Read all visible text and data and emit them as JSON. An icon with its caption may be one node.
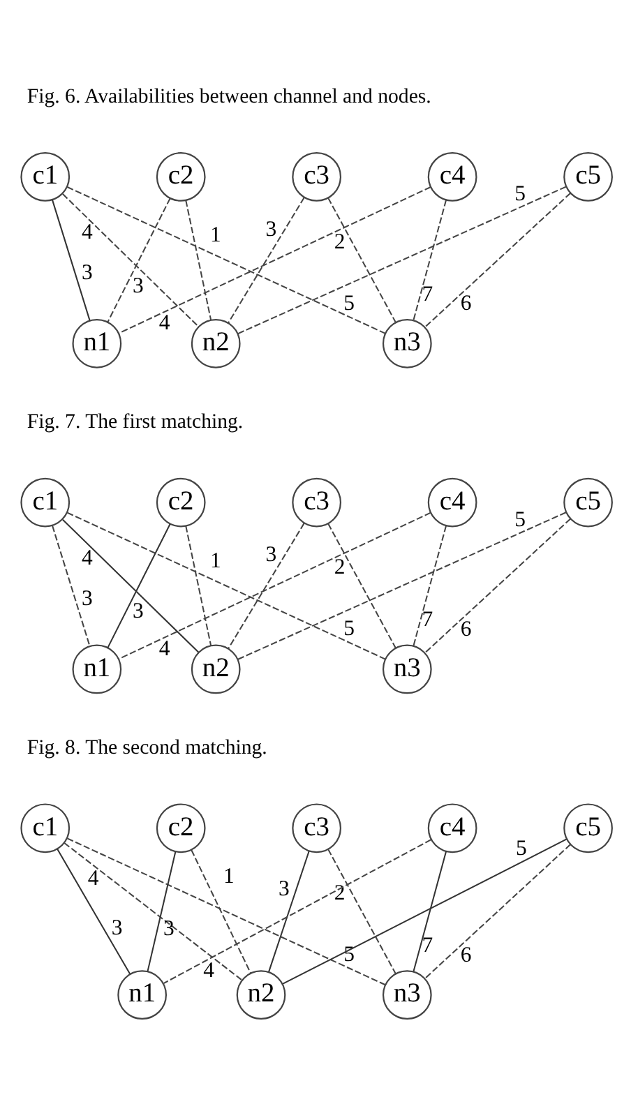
{
  "diagram": {
    "nodes": [
      {
        "text": [
          "c1"
        ]
      },
      {
        "text": [
          "c2"
        ]
      },
      {
        "text": [
          "c3"
        ]
      },
      {
        "text": [
          "c4"
        ]
      },
      {
        "text": [
          "c5"
        ]
      },
      {
        "text": [
          "n1"
        ]
      },
      {
        "text": [
          "n2"
        ]
      },
      {
        "text": [
          "n3"
        ]
      },
      {
        "text": [
          "c1"
        ]
      },
      {
        "text": [
          "c2"
        ]
      },
      {
        "text": [
          "c3"
        ]
      },
      {
        "text": [
          "c4"
        ]
      },
      {
        "text": [
          "c5"
        ]
      },
      {
        "text": [
          "n1"
        ]
      },
      {
        "text": [
          "n2"
        ]
      },
      {
        "text": [
          "n3"
        ]
      },
      {
        "text": [
          "c1"
        ]
      },
      {
        "text": [
          "c2"
        ]
      },
      {
        "text": [
          "c3"
        ]
      },
      {
        "text": [
          "c4"
        ]
      },
      {
        "text": [
          "c5"
        ]
      },
      {
        "text": [
          "n1"
        ]
      },
      {
        "text": [
          "n2"
        ]
      },
      {
        "text": [
          "n3"
        ]
      }
    ],
    "edges": [
      {
        "from": 0,
        "to": 5,
        "arrow": "none",
        "label": "3"
      },
      {
        "from": 0,
        "to": 6,
        "arrow": "none",
        "label": "4",
        "style": "dashed"
      },
      {
        "from": 0,
        "to": 7,
        "arrow": "none",
        "label": "5",
        "style": "dashed"
      },
      {
        "from": 1,
        "to": 5,
        "arrow": "none",
        "label": "3",
        "style": "dashed"
      },
      {
        "from": 1,
        "to": 6,
        "arrow": "none",
        "label": "1",
        "style": "dashed"
      },
      {
        "from": 2,
        "to": 6,
        "arrow": "none",
        "label": "3",
        "style": "dashed"
      },
      {
        "from": 2,
        "to": 7,
        "arrow": "none",
        "label": "2",
        "style": "dashed"
      },
      {
        "from": 3,
        "to": 5,
        "arrow": "none",
        "label": "4",
        "style": "dashed"
      },
      {
        "from": 3,
        "to": 7,
        "arrow": "none",
        "label": "7",
        "style": "dashed"
      },
      {
        "from": 4,
        "to": 6,
        "arrow": "none",
        "label": "5",
        "style": "dashed"
      },
      {
        "from": 4,
        "to": 7,
        "arrow": "none",
        "label": "6",
        "style": "dashed"
      },
      {
        "from": 8,
        "to": 13,
        "arrow": "none",
        "label": "3",
        "style": "dashed"
      },
      {
        "from": 8,
        "to": 14,
        "arrow": "none",
        "label": "4"
      },
      {
        "from": 8,
        "to": 15,
        "arrow": "none",
        "label": "5",
        "style": "dashed"
      },
      {
        "from": 9,
        "to": 13,
        "arrow": "none",
        "label": "3"
      },
      {
        "from": 9,
        "to": 14,
        "arrow": "none",
        "label": "1",
        "style": "dashed"
      },
      {
        "from": 10,
        "to": 14,
        "arrow": "none",
        "label": "3",
        "style": "dashed"
      },
      {
        "from": 10,
        "to": 15,
        "arrow": "none",
        "label": "2",
        "style": "dashed"
      },
      {
        "from": 11,
        "to": 13,
        "arrow": "none",
        "label": "4",
        "style": "dashed"
      },
      {
        "from": 11,
        "to": 15,
        "arrow": "none",
        "label": "7",
        "style": "dashed"
      },
      {
        "from": 12,
        "to": 14,
        "arrow": "none",
        "label": "5",
        "style": "dashed"
      },
      {
        "from": 12,
        "to": 15,
        "arrow": "none",
        "label": "6",
        "style": "dashed"
      },
      {
        "from": 16,
        "to": 21,
        "arrow": "none",
        "label": "3"
      },
      {
        "from": 16,
        "to": 22,
        "arrow": "none",
        "label": "4",
        "style": "dashed"
      },
      {
        "from": 16,
        "to": 23,
        "arrow": "none",
        "label": "5",
        "style": "dashed"
      },
      {
        "from": 17,
        "to": 21,
        "arrow": "none",
        "label": "3"
      },
      {
        "from": 17,
        "to": 22,
        "arrow": "none",
        "label": "1",
        "style": "dashed"
      },
      {
        "from": 18,
        "to": 22,
        "arrow": "none",
        "label": "3"
      },
      {
        "from": 18,
        "to": 23,
        "arrow": "none",
        "label": "2",
        "style": "dashed"
      },
      {
        "from": 19,
        "to": 21,
        "arrow": "none",
        "label": "4",
        "style": "dashed"
      },
      {
        "from": 19,
        "to": 23,
        "arrow": "none",
        "label": "7"
      },
      {
        "from": 20,
        "to": 22,
        "arrow": "none",
        "label": "5"
      },
      {
        "from": 20,
        "to": 23,
        "arrow": "none",
        "label": "6",
        "style": "dashed"
      }
    ],
    "labels": [
      "Fig. 6. Availabilities between channel and nodes.",
      "Fig. 7. The first matching.",
      "Fig. 8. The second matching."
    ]
  }
}
